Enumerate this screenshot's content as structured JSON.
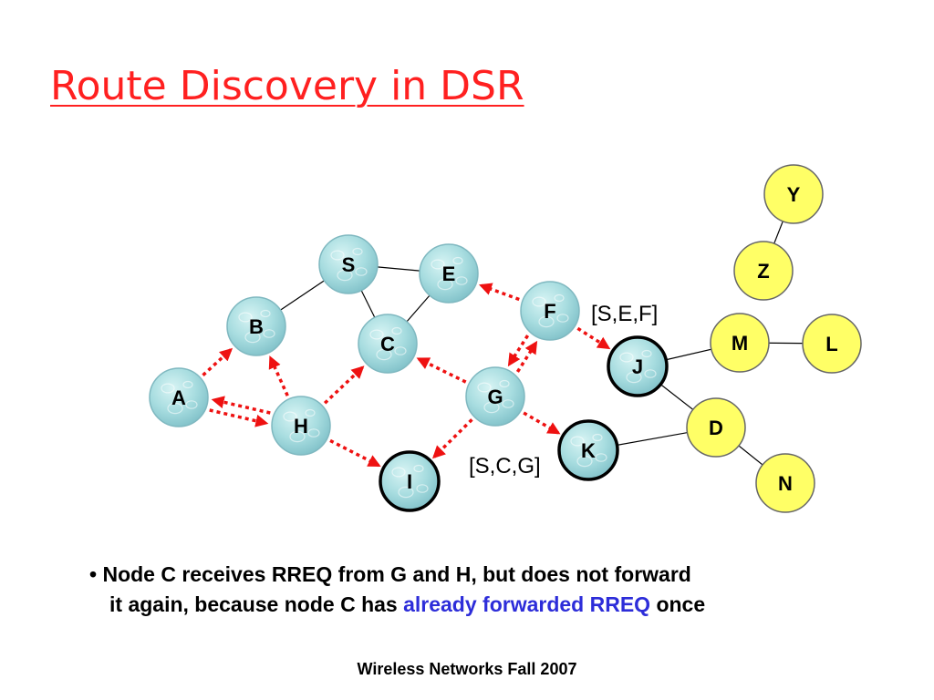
{
  "slide": {
    "title": "Route Discovery in DSR",
    "footer": "Wireless Networks Fall 2007"
  },
  "bullet": {
    "marker": "•",
    "line1": "Node C receives RREQ from G and H, but does not forward",
    "line2_prefix": "it again, because node C has",
    "line2_highlight": "already forwarded RREQ",
    "line2_suffix": "once"
  },
  "diagram": {
    "colors": {
      "bubble_fill": "#a8dde0",
      "bubble_border": "#7fb8c0",
      "yellow_fill": "#ffff66",
      "rreq_arrow": "#ee1111",
      "link": "#000000"
    },
    "nodes": [
      {
        "id": "S",
        "label": "S",
        "style": "bubble",
        "highlighted": false
      },
      {
        "id": "E",
        "label": "E",
        "style": "bubble",
        "highlighted": false
      },
      {
        "id": "F",
        "label": "F",
        "style": "bubble",
        "highlighted": false
      },
      {
        "id": "B",
        "label": "B",
        "style": "bubble",
        "highlighted": false
      },
      {
        "id": "C",
        "label": "C",
        "style": "bubble",
        "highlighted": false
      },
      {
        "id": "A",
        "label": "A",
        "style": "bubble",
        "highlighted": false
      },
      {
        "id": "G",
        "label": "G",
        "style": "bubble",
        "highlighted": false
      },
      {
        "id": "H",
        "label": "H",
        "style": "bubble",
        "highlighted": false
      },
      {
        "id": "I",
        "label": "I",
        "style": "bubble",
        "highlighted": true
      },
      {
        "id": "J",
        "label": "J",
        "style": "bubble",
        "highlighted": true
      },
      {
        "id": "K",
        "label": "K",
        "style": "bubble",
        "highlighted": true
      },
      {
        "id": "Y",
        "label": "Y",
        "style": "yellow",
        "highlighted": false
      },
      {
        "id": "Z",
        "label": "Z",
        "style": "yellow",
        "highlighted": false
      },
      {
        "id": "M",
        "label": "M",
        "style": "yellow",
        "highlighted": false
      },
      {
        "id": "L",
        "label": "L",
        "style": "yellow",
        "highlighted": false
      },
      {
        "id": "D",
        "label": "D",
        "style": "yellow",
        "highlighted": false
      },
      {
        "id": "N",
        "label": "N",
        "style": "yellow",
        "highlighted": false
      }
    ],
    "links": [
      {
        "from": "S",
        "to": "E"
      },
      {
        "from": "S",
        "to": "B"
      },
      {
        "from": "S",
        "to": "C"
      },
      {
        "from": "E",
        "to": "C"
      },
      {
        "from": "J",
        "to": "M"
      },
      {
        "from": "M",
        "to": "L"
      },
      {
        "from": "J",
        "to": "D"
      },
      {
        "from": "K",
        "to": "D"
      },
      {
        "from": "D",
        "to": "N"
      },
      {
        "from": "Y",
        "to": "Z"
      }
    ],
    "rreq_arrows": [
      {
        "from": "F",
        "to": "E"
      },
      {
        "from": "F",
        "to": "J"
      },
      {
        "from": "F",
        "to": "G"
      },
      {
        "from": "G",
        "to": "F"
      },
      {
        "from": "G",
        "to": "C"
      },
      {
        "from": "G",
        "to": "K"
      },
      {
        "from": "G",
        "to": "I"
      },
      {
        "from": "H",
        "to": "A"
      },
      {
        "from": "A",
        "to": "H"
      },
      {
        "from": "A",
        "to": "B"
      },
      {
        "from": "H",
        "to": "B"
      },
      {
        "from": "H",
        "to": "C"
      },
      {
        "from": "H",
        "to": "I"
      }
    ],
    "route_labels": [
      {
        "id": "route-sef",
        "text": "[S,E,F]"
      },
      {
        "id": "route-scg",
        "text": "[S,C,G]"
      }
    ]
  }
}
